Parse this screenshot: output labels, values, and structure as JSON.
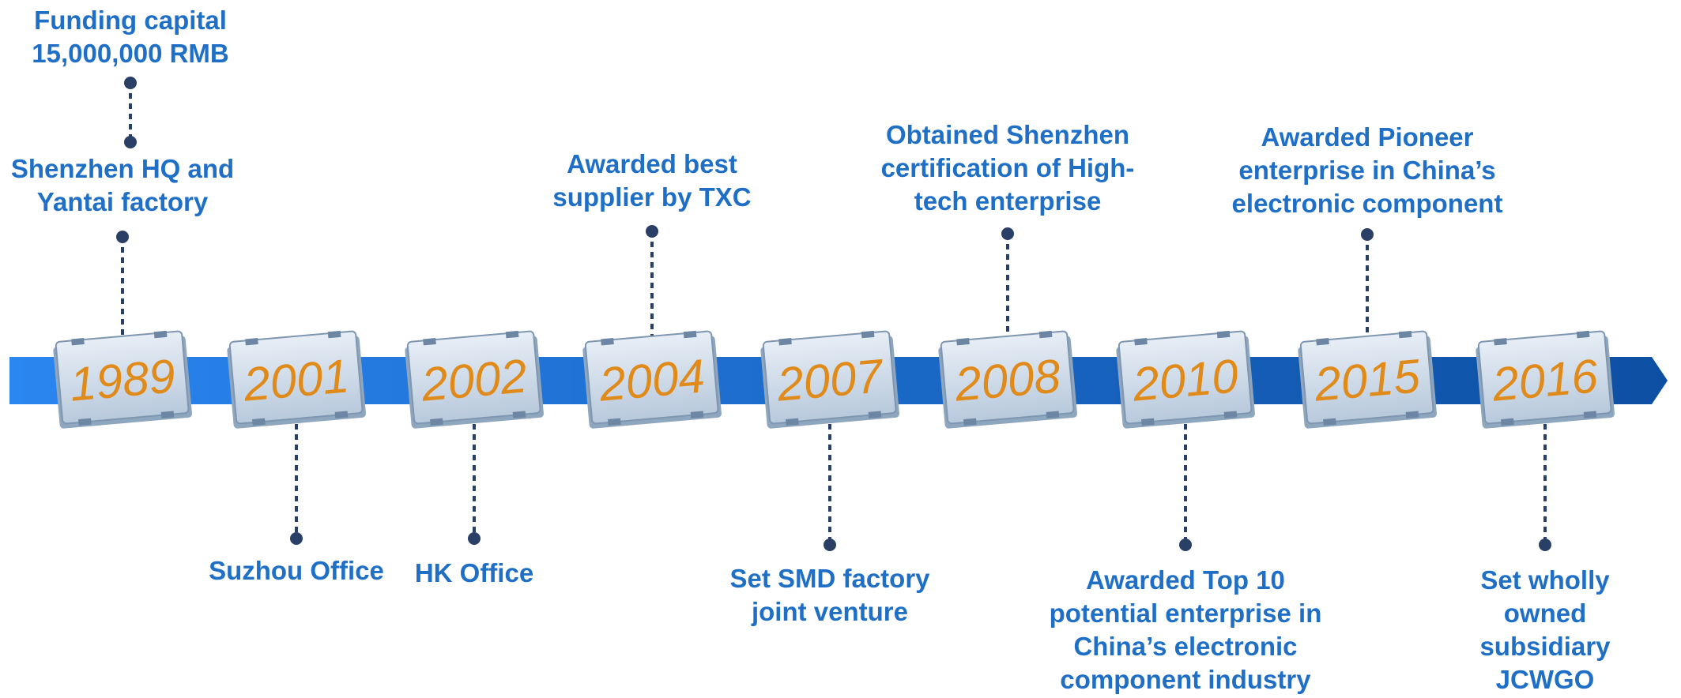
{
  "colors": {
    "arrow_light": "#2a86f0",
    "arrow_dark": "#0d4fa3",
    "chip_face": "#cfdcea",
    "year_text": "#e08a1a",
    "label_text": "#1f6fc7",
    "connector": "#2a3f66"
  },
  "timeline": [
    {
      "year": "1989",
      "position": "top",
      "labels": [
        "Shenzhen HQ and\nYantai factory",
        "Funding capital\n15,000,000 RMB"
      ]
    },
    {
      "year": "2001",
      "position": "bottom",
      "labels": [
        "Suzhou Office"
      ]
    },
    {
      "year": "2002",
      "position": "bottom",
      "labels": [
        "HK Office"
      ]
    },
    {
      "year": "2004",
      "position": "top",
      "labels": [
        "Awarded best\nsupplier by TXC"
      ]
    },
    {
      "year": "2007",
      "position": "bottom",
      "labels": [
        "Set SMD factory\njoint venture"
      ]
    },
    {
      "year": "2008",
      "position": "top",
      "labels": [
        "Obtained Shenzhen\ncertification of High-\ntech enterprise"
      ]
    },
    {
      "year": "2010",
      "position": "bottom",
      "labels": [
        "Awarded Top 10\npotential enterprise in\nChina’s electronic\ncomponent industry"
      ]
    },
    {
      "year": "2015",
      "position": "top",
      "labels": [
        "Awarded Pioneer\nenterprise in China’s\nelectronic component"
      ]
    },
    {
      "year": "2016",
      "position": "bottom",
      "labels": [
        "Set wholly owned\nsubsidiary JCWGO"
      ]
    }
  ]
}
